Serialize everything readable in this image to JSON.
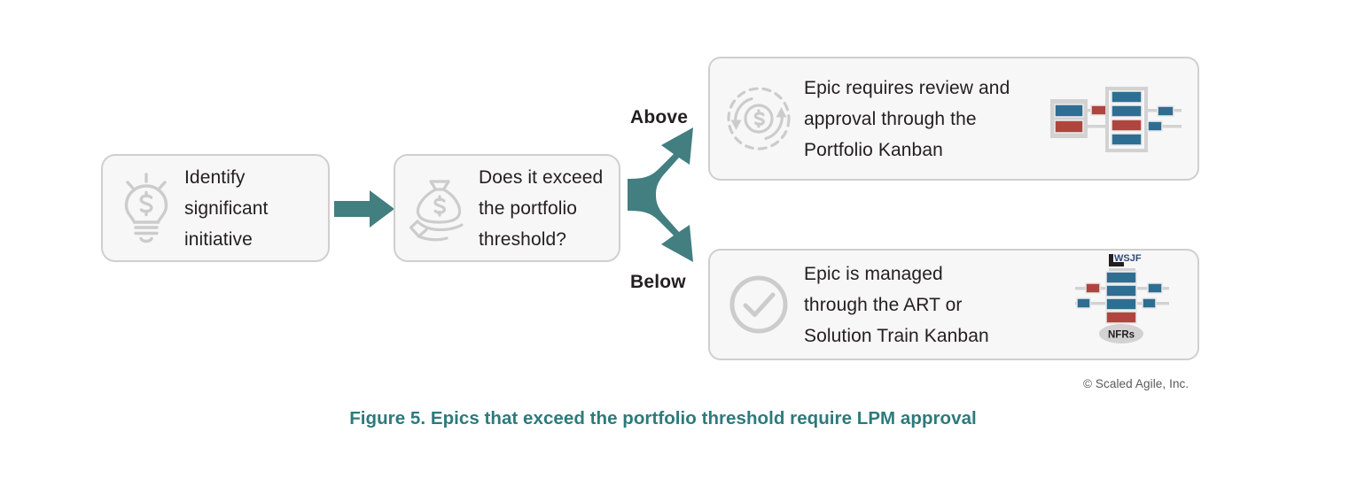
{
  "figure": {
    "caption": "Figure 5. Epics that exceed the portfolio threshold require LPM approval",
    "copyright": "© Scaled Agile, Inc.",
    "caption_color": "#2d7a7c",
    "accent_teal": "#437e80",
    "box_fill": "#f7f7f7",
    "box_border": "#cfcfcf",
    "icon_gray": "#cccccc",
    "kanban_blue": "#2e6e92",
    "kanban_red": "#b0453f"
  },
  "nodes": [
    {
      "id": "identify",
      "text": "Identify\nsignificant\ninitiative",
      "icon": "lightbulb-dollar-icon"
    },
    {
      "id": "threshold",
      "text": "Does it exceed\nthe portfolio\nthreshold?",
      "icon": "money-bag-in-hand-icon"
    },
    {
      "id": "above",
      "text": "Epic requires review and\napproval through the\nPortfolio Kanban",
      "icon": "circular-arrows-dollar-icon",
      "thumbnail": "portfolio-kanban-thumbnail"
    },
    {
      "id": "below",
      "text": "Epic is managed\nthrough the ART or\nSolution Train Kanban",
      "icon": "check-circle-icon",
      "thumbnail": "art-kanban-thumbnail"
    }
  ],
  "branches": [
    {
      "id": "above",
      "label": "Above"
    },
    {
      "id": "below",
      "label": "Below"
    }
  ],
  "kanban_labels": {
    "wsjf": "WSJF",
    "nfrs": "NFRs"
  }
}
